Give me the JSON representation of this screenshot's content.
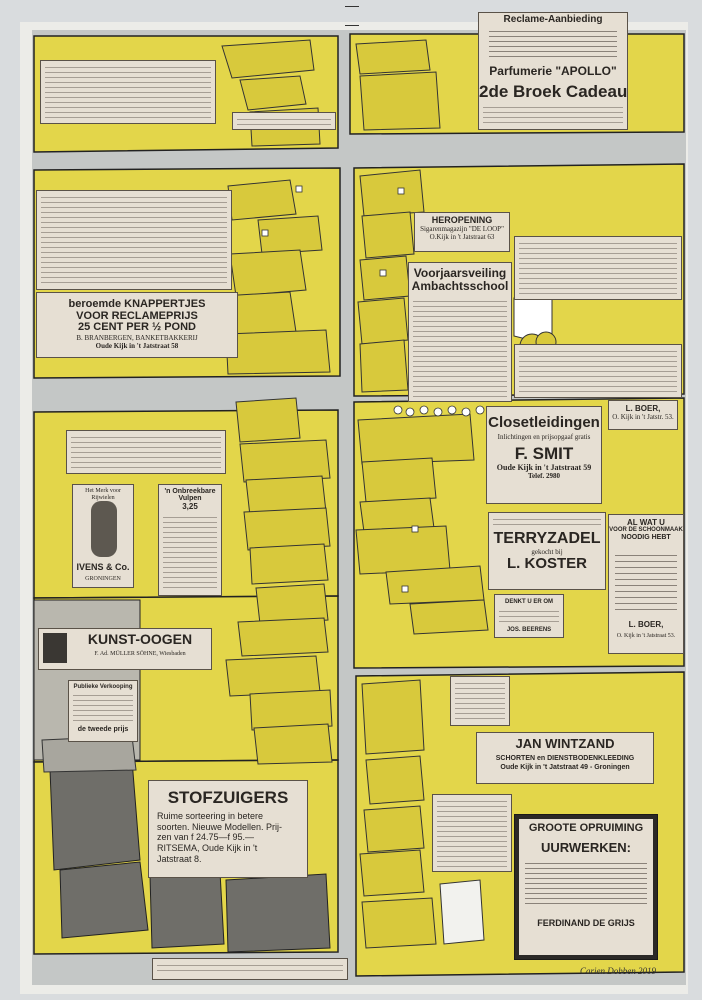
{
  "colors": {
    "background": "#d9dcde",
    "block_yellow": "#e3d64a",
    "roof_yellow": "#d8c93c",
    "road_gray": "#c4c7c6",
    "dark_roof": "#6f6e69",
    "clipping_paper": "#e6dfd3"
  },
  "ads": {
    "reclame": {
      "title": "Reclame-Aanbieding",
      "shop": "Parfumerie \"APOLLO\"",
      "headline": "2de Broek Cadeau"
    },
    "knappertjes": {
      "line1": "beroemde KNAPPERTJES",
      "line2": "VOOR RECLAMEPRIJS",
      "line3": "25 CENT PER ½ POND",
      "line4": "B. BRANBERGEN, BANKETBAKKERIJ",
      "line5": "Oude Kijk in 't Jatstraat 58"
    },
    "heropening": {
      "title": "HEROPENING",
      "line1": "Sigarenmagazijn \"DE LOOP\"",
      "line2": "O.Kijk in 't Jatstraat 63"
    },
    "voorjaarsveiling": {
      "title1": "Voorjaarsveiling",
      "title2": "Ambachtsschool"
    },
    "closet": {
      "title": "Closetleidingen",
      "sub": "Inlichtingen en prijsopgaaf gratis",
      "name": "F. SMIT",
      "addr": "Oude Kijk in 't Jatstraat 59",
      "tel": "Telef. 2980"
    },
    "lboer_top": {
      "name": "L. BOER,",
      "addr": "O. Kijk in 't Jatstr. 53."
    },
    "terry": {
      "title": "TERRYZADEL",
      "sub": "gekocht bij",
      "name": "L. KOSTER"
    },
    "schoonmaak": {
      "title1": "AL WAT U",
      "title2": "VOOR DE SCHOONMAAK",
      "title3": "NOODIG HEBT",
      "name": "L. BOER,",
      "addr": "O. Kijk in 't Jatstraat 53."
    },
    "denkt": {
      "title": "DENKT U ER OM",
      "name": "JOS. BEERENS"
    },
    "merk": {
      "title": "Het Merk voor Rijwielen",
      "name": "IVENS & Co.",
      "city": "GRONINGEN"
    },
    "vulpen": {
      "title": "'n Onbreekbare Vulpen",
      "price": "3,25"
    },
    "kunst": {
      "title": "KUNST-OOGEN",
      "maker": "F. Ad. MÜLLER SÖHNE, Wiesbaden"
    },
    "publieke": {
      "title": "Publieke Verkooping",
      "prize": "de tweede prijs"
    },
    "wintzand": {
      "title": "JAN WINTZAND",
      "line1": "SCHORTEN en DIENSTBODENKLEEDING",
      "line2": "Oude Kijk in 't Jatstraat 49 - Groningen"
    },
    "stofzuigers": {
      "title": "STOFZUIGERS",
      "line1": "Ruime sorteering in betere",
      "line2": "soorten. Nieuwe Modellen. Prij-",
      "line3": "zen van f 24.75—f 95.—",
      "line4": "RITSEMA, Oude Kijk in 't",
      "line5": "Jatstraat 8."
    },
    "opruiming": {
      "title1": "GROOTE OPRUIMING",
      "title2": "UURWERKEN:",
      "name": "FERDINAND DE GRIJS"
    }
  },
  "signature": "Carien Dobben 2019"
}
